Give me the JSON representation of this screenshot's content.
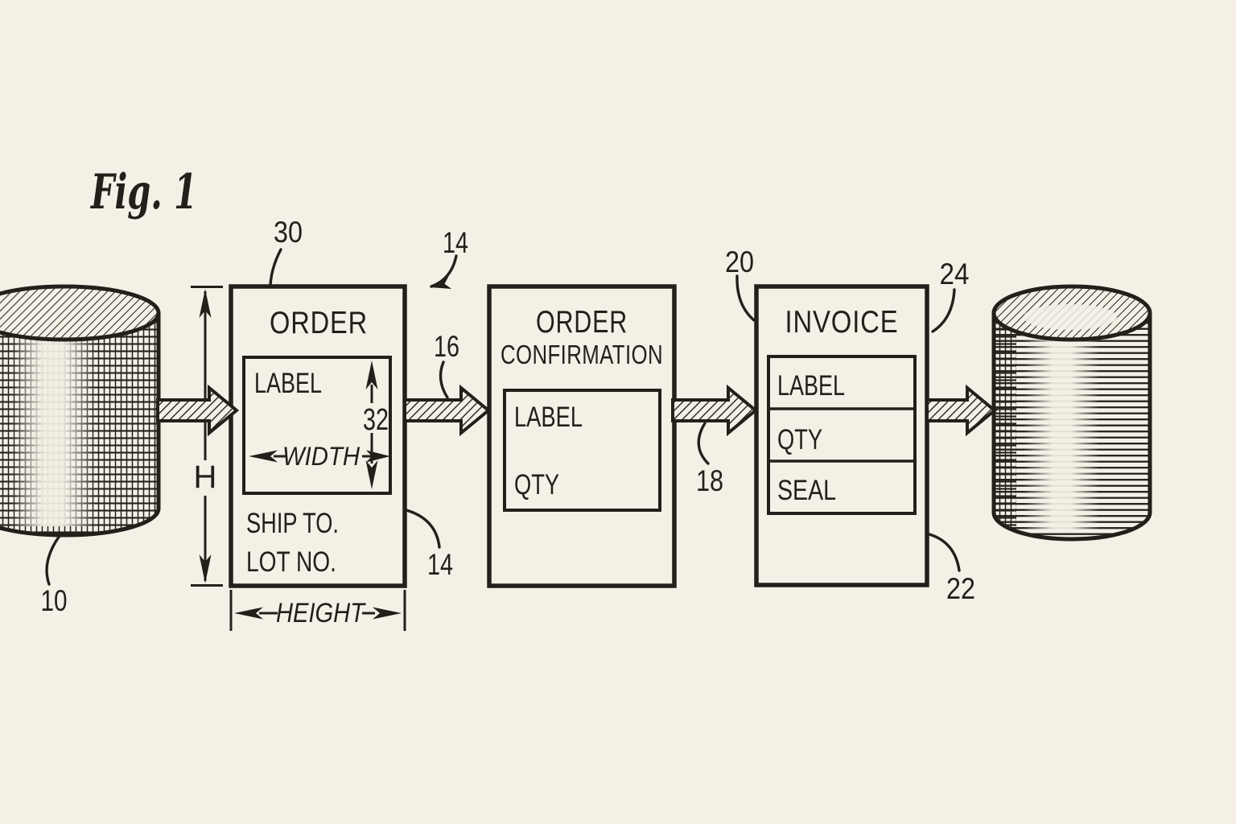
{
  "colors": {
    "background": "#f4f0e6",
    "ink": "#23201b"
  },
  "figure": {
    "label": "Fig. 1"
  },
  "cylinders": {
    "left_ref": "10"
  },
  "order": {
    "ref": "30",
    "title": "ORDER",
    "label": "LABEL",
    "dim_value": "32",
    "width_label": "WIDTH",
    "ship_to": "SHIP TO.",
    "lot_no": "LOT NO.",
    "h_label": "H",
    "height_label": "HEIGHT",
    "corner_ref": "14",
    "label_leader_ref": "14"
  },
  "flow": {
    "confirmation_arrow_ref": "16",
    "invoice_arrow_ref": "18"
  },
  "confirmation": {
    "title_line1": "ORDER",
    "title_line2": "CONFIRMATION",
    "label": "LABEL",
    "qty": "QTY"
  },
  "invoice": {
    "title": "INVOICE",
    "rows": [
      "LABEL",
      "QTY",
      "SEAL"
    ],
    "ref_top_left": "20",
    "ref_top_right": "24",
    "ref_bottom": "22"
  }
}
